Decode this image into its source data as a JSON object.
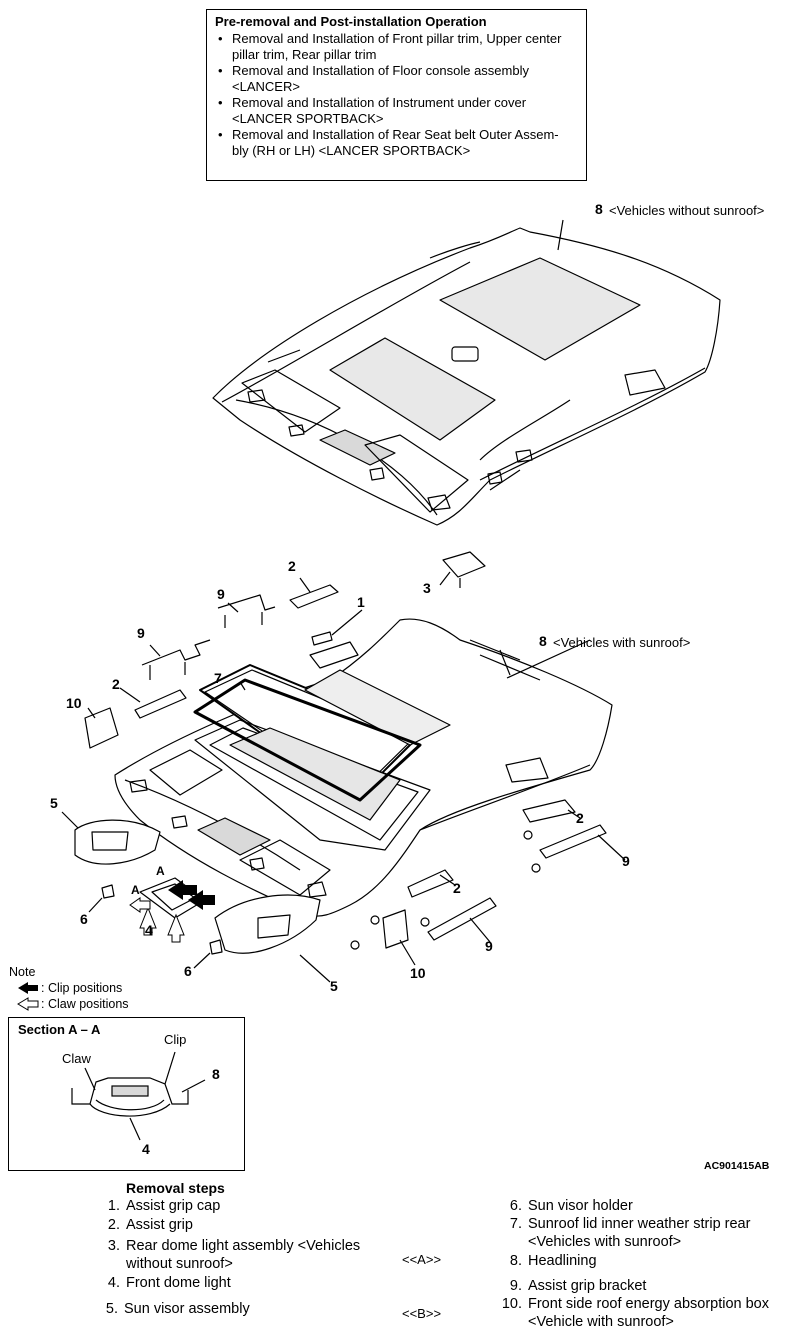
{
  "pre_operation": {
    "title": "Pre-removal and Post-installation Operation",
    "items": [
      [
        "Removal and Installation of Front pillar trim, Upper center",
        "pillar trim, Rear pillar trim"
      ],
      [
        "Removal and Installation of Floor console assembly",
        "<LANCER>"
      ],
      [
        "Removal and Installation of Instrument under cover",
        "<LANCER SPORTBACK>"
      ],
      [
        "Removal and Installation of Rear Seat belt Outer Assem-",
        "bly (RH or LH) <LANCER SPORTBACK>"
      ]
    ]
  },
  "callouts": {
    "c8_top": "8",
    "c8_top_text": "<Vehicles without sunroof>",
    "c8_mid": "8",
    "c8_mid_text": "<Vehicles with sunroof>",
    "c1": "1",
    "c2a": "2",
    "c2b": "2",
    "c2c": "2",
    "c2d": "2",
    "c3": "3",
    "c4": "4",
    "c5a": "5",
    "c5b": "5",
    "c6a": "6",
    "c6b": "6",
    "c7": "7",
    "c9a": "9",
    "c9b": "9",
    "c9c": "9",
    "c9d": "9",
    "c10a": "10",
    "c10b": "10",
    "a1": "A",
    "a2": "A"
  },
  "note": {
    "title": "Note",
    "clip": ": Clip positions",
    "claw": ": Claw positions"
  },
  "section": {
    "title": "Section A – A",
    "claw": "Claw",
    "clip": "Clip",
    "n8": "8",
    "n4": "4"
  },
  "figure_code": "AC901415AB",
  "removal": {
    "title": "Removal steps",
    "steps": [
      {
        "num": "1.",
        "text": "Assist grip cap"
      },
      {
        "num": "2.",
        "text": "Assist grip"
      },
      {
        "num": "3.",
        "text": "Rear dome light assembly <Vehicles",
        "text2": "without sunroof>"
      },
      {
        "num": "4.",
        "text": "Front dome light"
      },
      {
        "num": "5.",
        "text": "Sun visor assembly"
      },
      {
        "num": "6.",
        "text": "Sun visor holder"
      },
      {
        "num": "7.",
        "text": "Sunroof lid inner weather strip rear",
        "text2": "<Vehicles with sunroof>"
      },
      {
        "num": "8.",
        "text": "Headlining"
      },
      {
        "num": "9.",
        "text": "Assist grip bracket"
      },
      {
        "num": "10.",
        "text": "Front side roof energy absorption box",
        "text2": "<Vehicle with sunroof>"
      }
    ],
    "refs": [
      "<<A>>",
      "<<B>>"
    ]
  },
  "colors": {
    "line": "#000000",
    "panel": "#ffffff",
    "shade": "#d9d9d9"
  }
}
